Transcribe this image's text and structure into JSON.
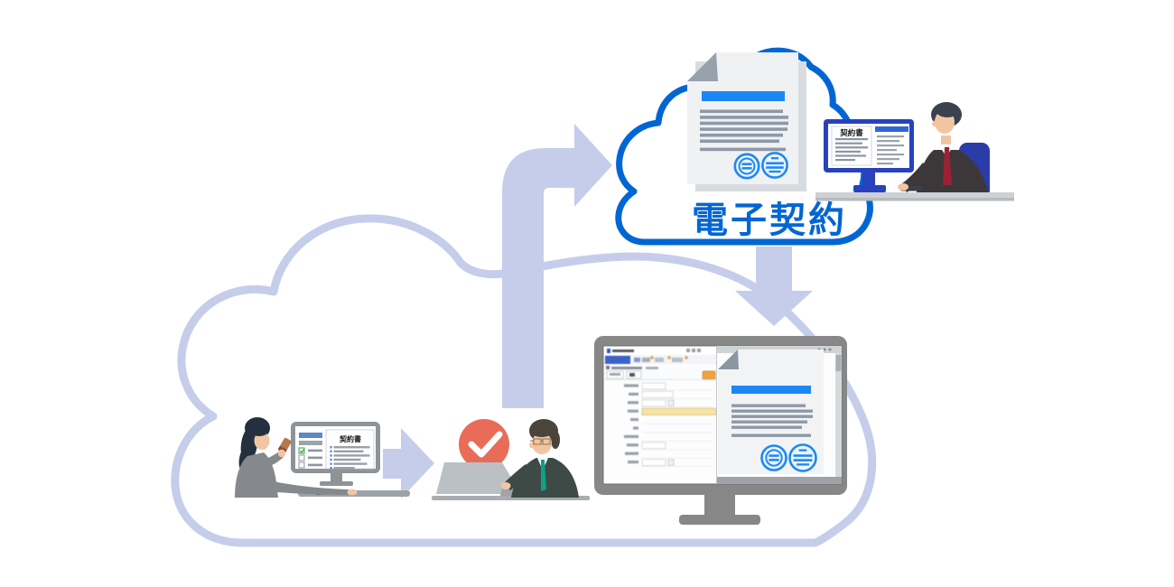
{
  "labels": {
    "electronic_contract": "電子契約",
    "contract_title_top_monitor": "契約書",
    "contract_title_left_monitor": "契約書"
  },
  "colors": {
    "accent_blue": "#0066D4",
    "lavender": "#C5CDEB",
    "doc_header_blue": "#1B87F5",
    "stamp_blue": "#1E88F2",
    "stamp_fill": "#EAF4FE",
    "text_line_gray": "#8D99A6",
    "check_circle_red": "#E86C58",
    "check_mark_white": "#FFFFFF",
    "checkbox_green": "#3AA04A",
    "tie_teal": "#10A083",
    "tie_dark_red": "#9D2132",
    "monitor_gray": "#878787",
    "monitor_blue_frame": "#2742BC",
    "highlight_yellow": "#F8E4A8",
    "toolbar_orange": "#EFA23D",
    "desk_gray": "#C9CDD0",
    "skin": "#F2C5A2"
  },
  "top_document": {
    "line_widths": [
      92,
      98,
      98,
      97,
      92,
      88,
      95
    ],
    "stamps": [
      "seal-equals",
      "seal-stripes"
    ]
  },
  "viewer_document": {
    "line_widths": [
      82,
      90,
      90,
      84,
      78,
      88
    ],
    "stamps": [
      "seal-equals",
      "seal-stripes"
    ]
  },
  "form_rows": [
    {
      "label_w": 16,
      "field_w": 26,
      "highlight": false,
      "icon": false
    },
    {
      "label_w": 11,
      "field_w": 34,
      "highlight": false,
      "icon": false
    },
    {
      "label_w": 12,
      "field_w": 26,
      "highlight": false,
      "icon": true
    },
    {
      "label_w": 12,
      "field_w": 82,
      "highlight": true,
      "icon": false
    },
    {
      "label_w": 9,
      "field_w": 0,
      "highlight": false,
      "icon": false
    },
    {
      "label_w": 6,
      "field_w": 0,
      "highlight": false,
      "icon": false
    },
    {
      "label_w": 16,
      "field_w": 0,
      "highlight": false,
      "icon": false
    },
    {
      "label_w": 13,
      "field_w": 26,
      "highlight": false,
      "icon": false
    },
    {
      "label_w": 15,
      "field_w": 0,
      "highlight": false,
      "icon": false
    },
    {
      "label_w": 12,
      "field_w": 26,
      "highlight": false,
      "icon": true
    }
  ],
  "left_monitor": {
    "checkboxes": [
      true,
      false,
      false
    ],
    "doc_line_widths": [
      40,
      33,
      40,
      30,
      37,
      23
    ]
  },
  "right_monitor_sidebar": {
    "line_widths": [
      30,
      25,
      30,
      22,
      30,
      25,
      18
    ]
  }
}
